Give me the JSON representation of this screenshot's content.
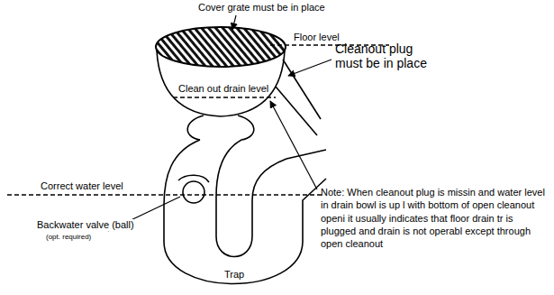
{
  "diagram": {
    "labels": [
      "Cover grate must be in place",
      "Floor level",
      "Cleanout plug must be in place",
      "Clean out drain level",
      "Correct water level",
      "Backwater valve (ball)",
      "(opt. required)",
      "Trap",
      "Note: When cleanout plug is missin and water level in drain bowl is up l with bottom of open cleanout openi it usually indicates that floor drain tr is plugged and drain is not operabl except through open cleanout"
    ]
  }
}
